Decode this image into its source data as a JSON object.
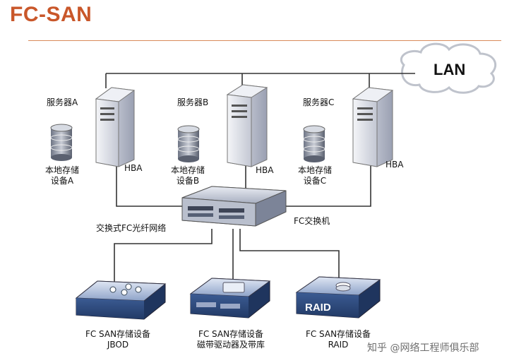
{
  "title": "FC-SAN",
  "lan_label": "LAN",
  "servers": [
    {
      "name": "服务器A",
      "hba": "HBA",
      "storage_line1": "本地存储",
      "storage_line2": "设备A"
    },
    {
      "name": "服务器B",
      "hba": "HBA",
      "storage_line1": "本地存储",
      "storage_line2": "设备B"
    },
    {
      "name": "服务器C",
      "hba": "HBA",
      "storage_line1": "本地存储",
      "storage_line2": "设备C"
    }
  ],
  "switch": {
    "name": "FC交换机",
    "network_label": "交换式FC光纤网络"
  },
  "devices": [
    {
      "line1": "FC SAN存储设备",
      "line2": "JBOD"
    },
    {
      "line1": "FC SAN存储设备",
      "line2": "磁带驱动器及带库"
    },
    {
      "line1": "FC SAN存储设备",
      "line2": "RAID"
    }
  ],
  "raid_badge": "RAID",
  "watermark": "知乎 @网络工程师俱乐部",
  "colors": {
    "title": "#c9572a",
    "rule": "#d98a5a",
    "device_blue": "#2f4e86",
    "server_gray": "#c8cbd6"
  }
}
